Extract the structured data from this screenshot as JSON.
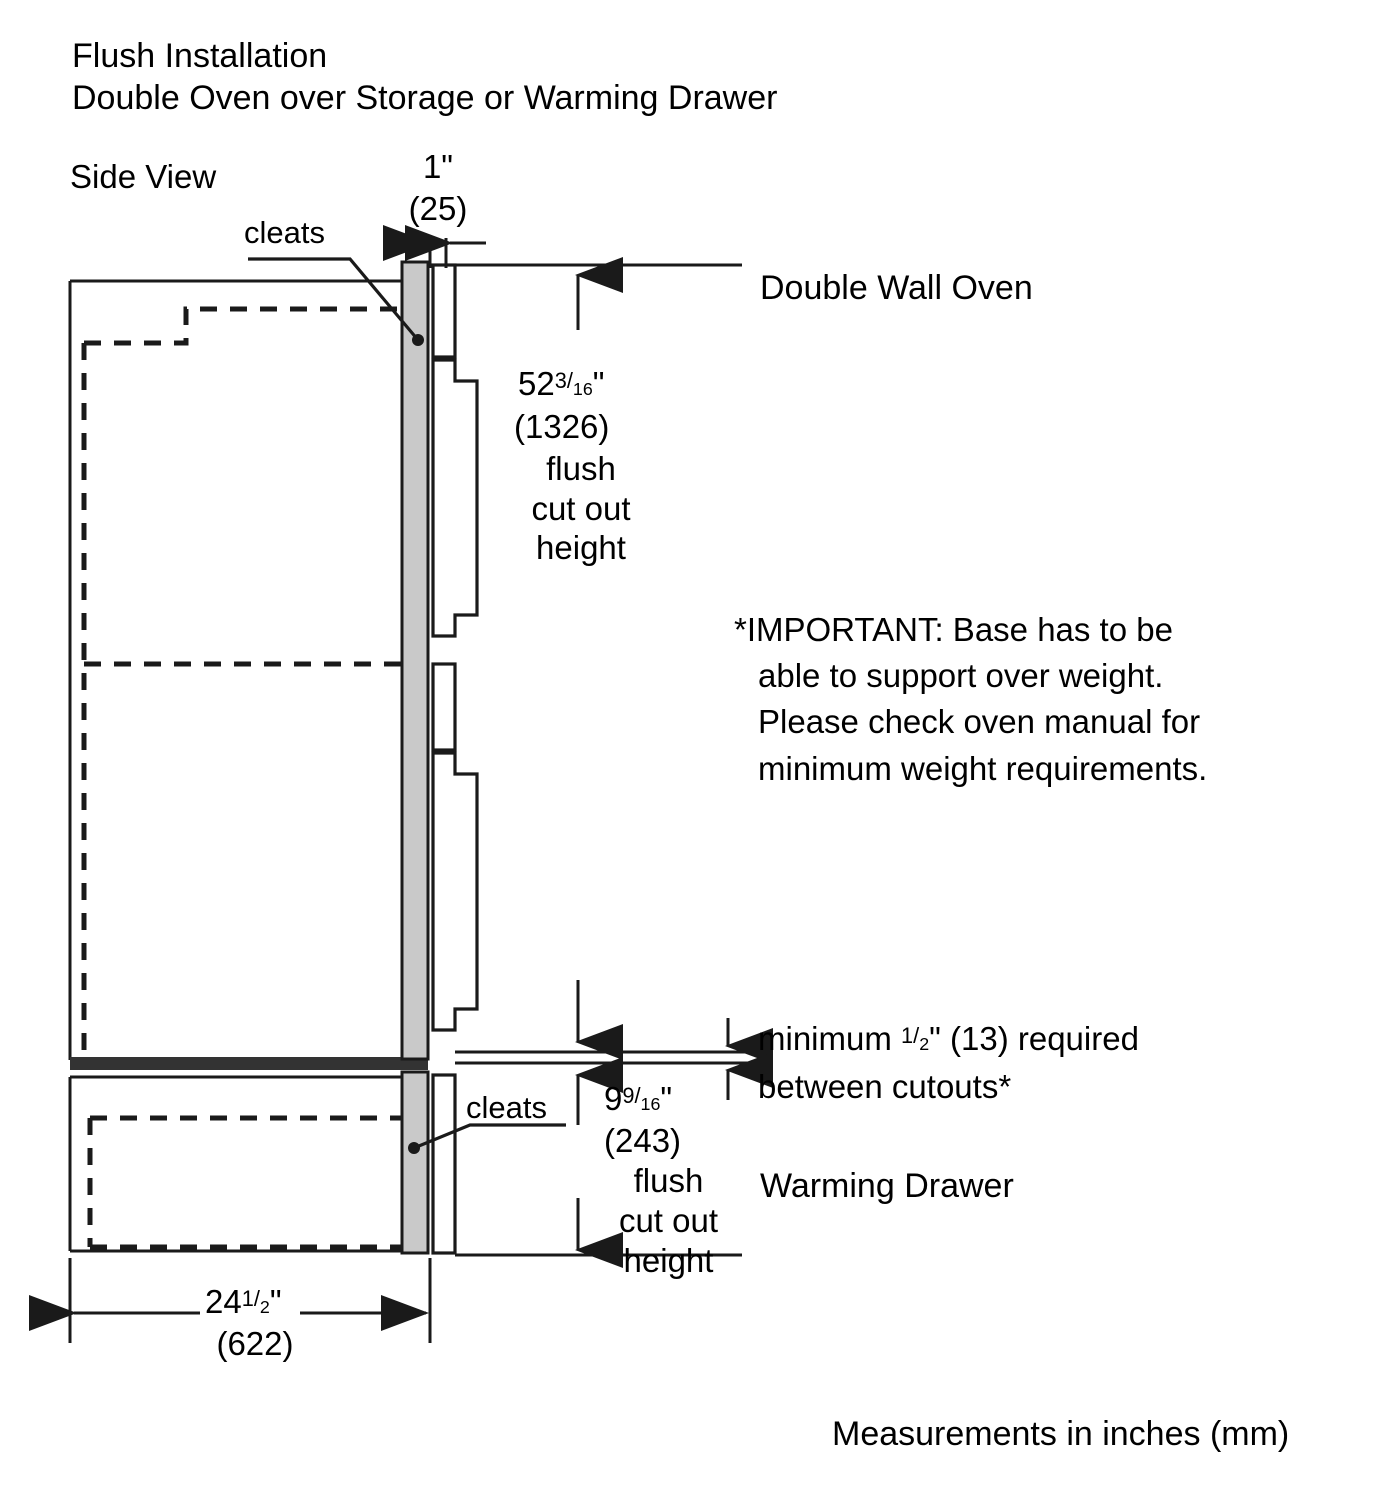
{
  "header": {
    "line1": "Flush Installation",
    "line2": "Double Oven over Storage or Warming Drawer"
  },
  "view_label": "Side View",
  "callouts": {
    "cleats_top": "cleats",
    "cleats_bottom": "cleats"
  },
  "dimensions": {
    "depth_gap": {
      "inches": "1\"",
      "mm": "(25)"
    },
    "oven_cutout": {
      "whole": "52",
      "numerator": "3",
      "denominator": "16",
      "unit": "\"",
      "mm": "(1326)",
      "desc_line1": "flush",
      "desc_line2": "cut out",
      "desc_line3": "height"
    },
    "drawer_cutout": {
      "whole": "9",
      "numerator": "9",
      "denominator": "16",
      "unit": "\"",
      "mm": "(243)",
      "desc_line1": "flush",
      "desc_line2": "cut out",
      "desc_line3": "height"
    },
    "overall_depth": {
      "whole": "24",
      "numerator": "1",
      "denominator": "2",
      "unit": "\"",
      "mm": "(622)"
    },
    "between_cutouts": {
      "prefix": "minimum ",
      "numerator": "1",
      "denominator": "2",
      "unit": "\"",
      "mm": " (13) required",
      "line2": "between cutouts*"
    }
  },
  "labels": {
    "double_wall_oven": "Double Wall Oven",
    "warming_drawer": "Warming Drawer"
  },
  "important_note": {
    "line1": "*IMPORTANT: Base has to be",
    "line2": "able to support over weight.",
    "line3": "Please check oven manual for",
    "line4": "minimum weight requirements."
  },
  "footer_caption": "Measurements in inches (mm)",
  "colors": {
    "line": "#1a1a1a",
    "cleat_fill": "#c9c9c9",
    "dark_bar": "#333333",
    "background": "#ffffff"
  }
}
